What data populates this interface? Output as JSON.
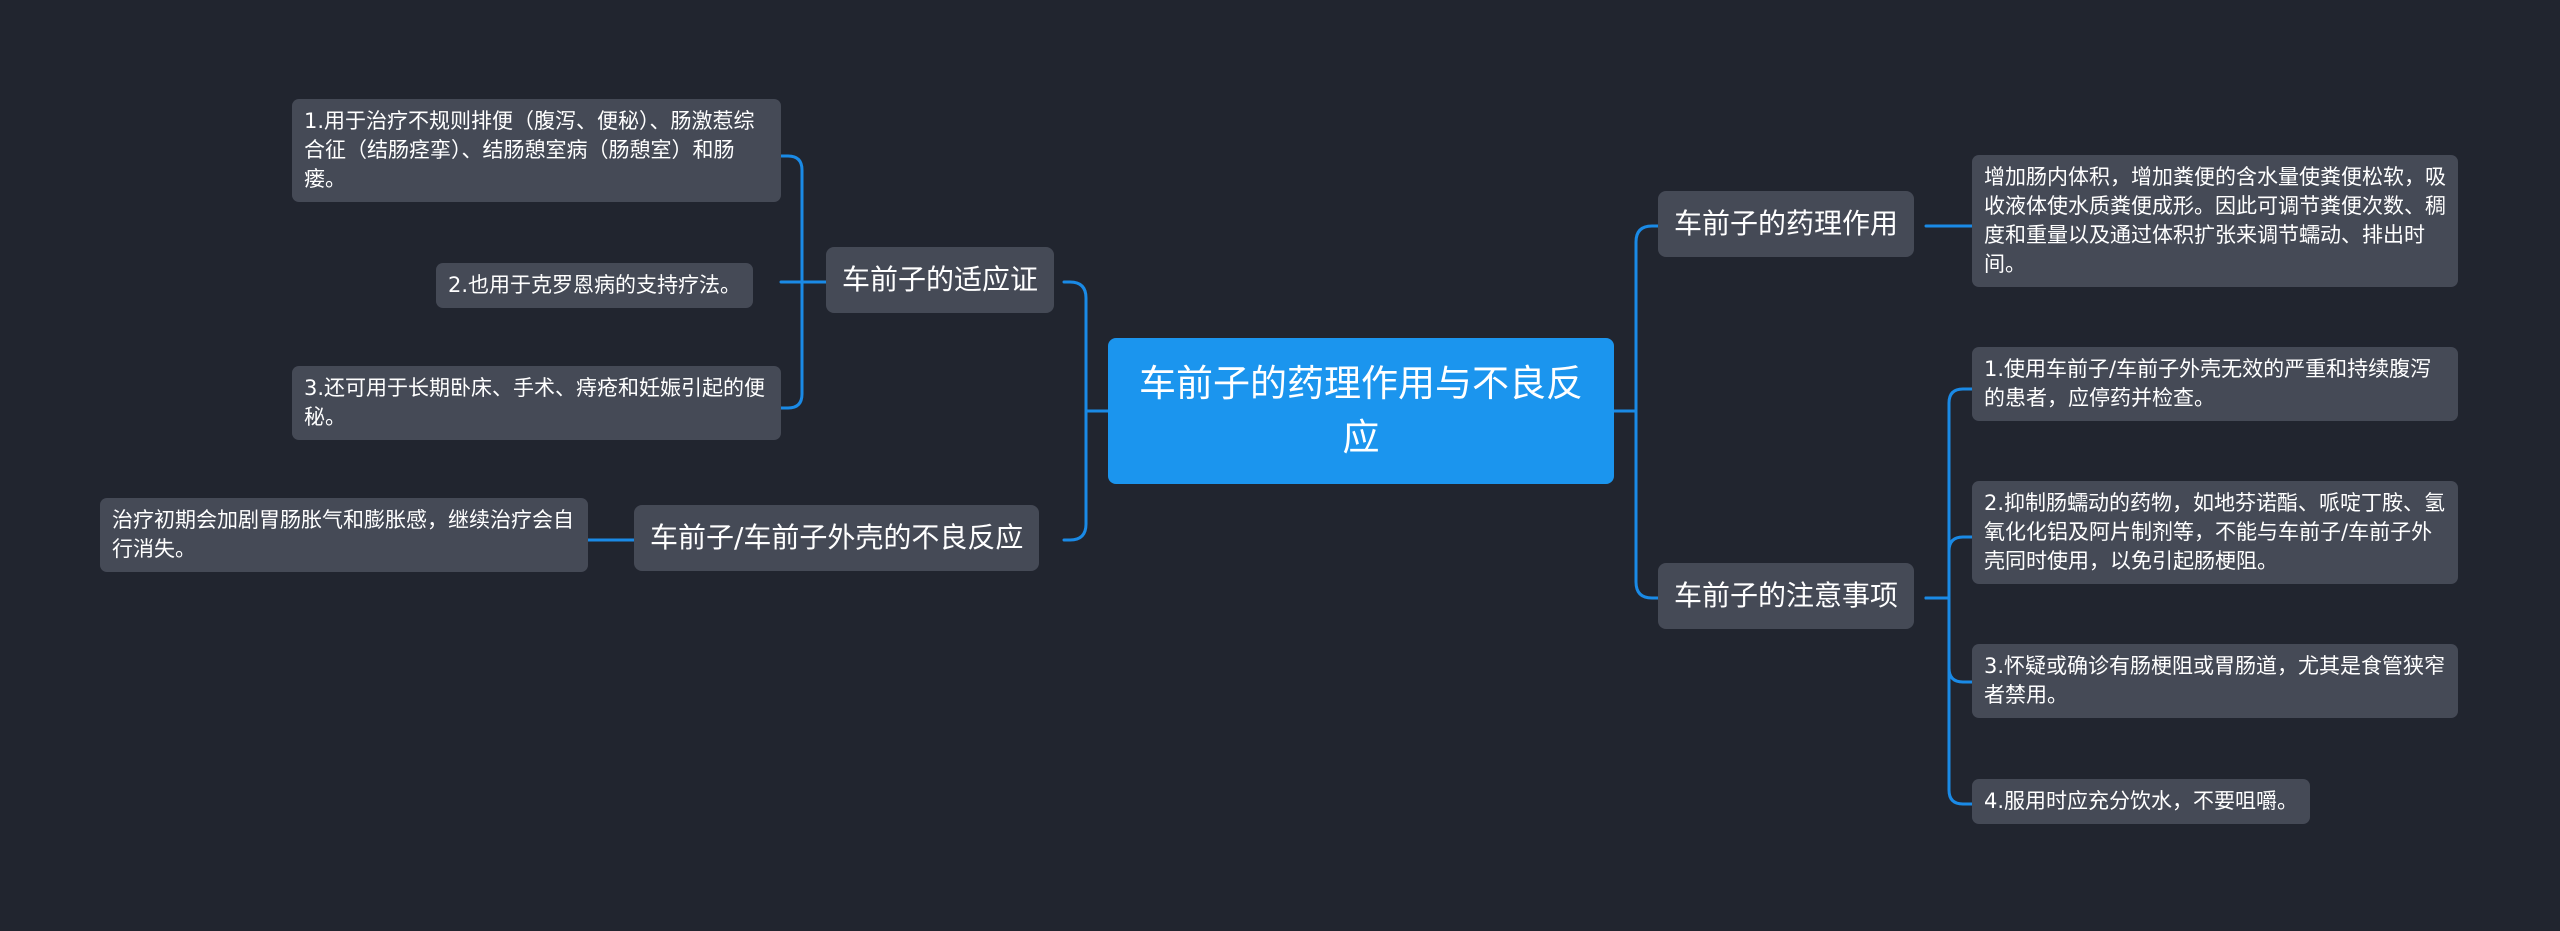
{
  "root": {
    "title": "车前子的药理作用与不良反应"
  },
  "branches": {
    "indications": {
      "label": "车前子的适应证",
      "leaves": [
        "1.用于治疗不规则排便（腹泻、便秘）、肠激惹综合征（结肠痉挛）、结肠憩室病（肠憩室）和肠瘘。",
        "2.也用于克罗恩病的支持疗法。",
        "3.还可用于长期卧床、手术、痔疮和妊娠引起的便秘。"
      ]
    },
    "adverse": {
      "label": "车前子/车前子外壳的不良反应",
      "leaves": [
        "治疗初期会加剧胃肠胀气和膨胀感，继续治疗会自行消失。"
      ]
    },
    "pharmacology": {
      "label": "车前子的药理作用",
      "leaves": [
        "增加肠内体积，增加粪便的含水量使粪便松软，吸收液体使水质粪便成形。因此可调节粪便次数、稠度和重量以及通过体积扩张来调节蠕动、排出时间。"
      ]
    },
    "precautions": {
      "label": "车前子的注意事项",
      "leaves": [
        "1.使用车前子/车前子外壳无效的严重和持续腹泻的患者，应停药并检查。",
        "2.抑制肠蠕动的药物，如地芬诺酯、哌啶丁胺、氢氧化化铝及阿片制剂等，不能与车前子/车前子外壳同时使用，以免引起肠梗阻。",
        "3.怀疑或确诊有肠梗阻或胃肠道，尤其是食管狭窄者禁用。",
        "4.服用时应充分饮水，不要咀嚼。"
      ]
    }
  },
  "colors": {
    "background": "#21252f",
    "root": "#1b95ee",
    "node": "#454a56",
    "connector": "#1a8ae6"
  }
}
